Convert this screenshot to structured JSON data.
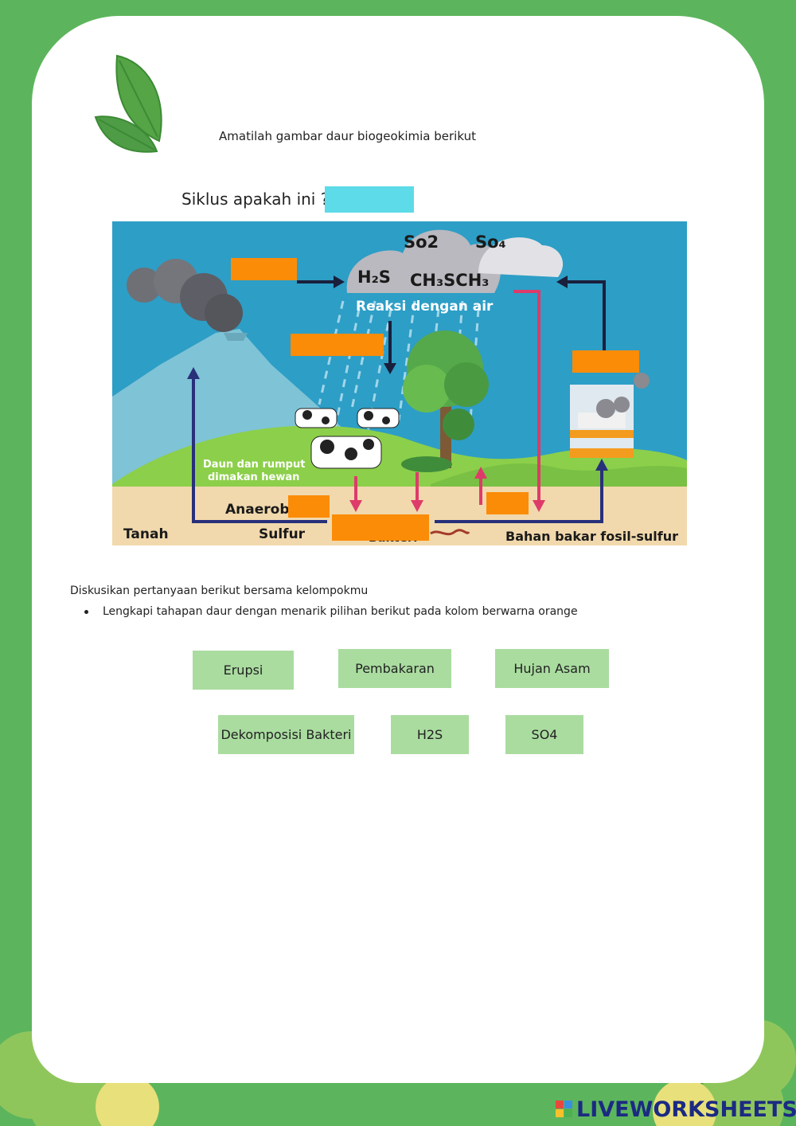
{
  "instruction": "Amatilah gambar daur biogeokimia berikut",
  "question": {
    "label": "Siklus apakah ini ?",
    "answer": ""
  },
  "diagram": {
    "labels": {
      "so2": "So2",
      "so4": "So₄",
      "h2s": "H₂S",
      "ch3sch3": "CH₃SCH₃",
      "reaction": "Reaksi dengan air",
      "grass": "Daun dan rumput",
      "grass2": "dimakan hewan",
      "anaerob": "Anaerob",
      "tanah": "Tanah",
      "sulfur": "Sulfur",
      "bakteri": "Bakteri",
      "fossil": "Bahan bakar fosil-sulfur"
    },
    "slot_color": "#fb8c08"
  },
  "discussion": "Diskusikan pertanyaan berikut bersama kelompokmu",
  "bullet": "Lengkapi tahapan daur dengan menarik pilihan berikut pada kolom berwarna orange",
  "choices": [
    "Erupsi",
    "Pembakaran",
    "Hujan Asam",
    "Dekomposisi Bakteri",
    "H2S",
    "SO4"
  ],
  "branding": "LIVEWORKSHEETS",
  "colors": {
    "frame": "#5cb55c",
    "choice_bg": "#aadca0",
    "answer_box": "#5ddbe8"
  }
}
